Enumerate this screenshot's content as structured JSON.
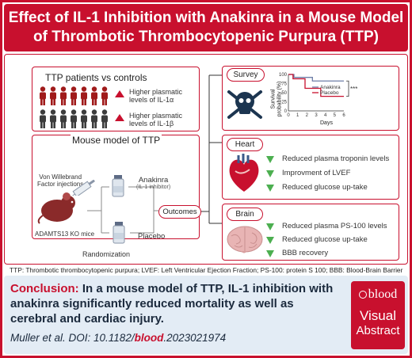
{
  "title": {
    "line1": "Effect of IL-1 Inhibition with Anakinra in a Mouse Model",
    "line2": "of Thrombotic Thrombocytopenic Purpura (TTP)"
  },
  "patients": {
    "heading": "TTP patients vs controls",
    "finding1": "Higher plasmatic levels of IL-1α",
    "finding1_line1": "Higher plasmatic",
    "finding1_line2": "levels of IL-1α",
    "finding2_line1": "Higher plasmatic",
    "finding2_line2": "levels of IL-1β"
  },
  "mouse": {
    "heading": "Mouse model of TTP",
    "injection_line1": "Von Willebrand",
    "injection_line2": "Factor injections",
    "strain": "ADAMTS13 KO mice",
    "drug": "Anakinra",
    "drug_note": "(IL-1 inhibitor)",
    "control": "Placebo",
    "randomization": "Randomization",
    "outcomes": "Outcomes"
  },
  "survey": {
    "label": "Survey",
    "chart_data": {
      "type": "line",
      "ylabel_line1": "Survival",
      "ylabel_line2": "probability (%)",
      "xlabel": "Days",
      "x_ticks": [
        0,
        1,
        2,
        3,
        4,
        5,
        6
      ],
      "y_ticks": [
        0,
        25,
        50,
        75,
        100
      ],
      "xlim": [
        0,
        6
      ],
      "ylim": [
        0,
        100
      ],
      "series": [
        {
          "name": "Anakinra",
          "color": "#6e7ea8",
          "points": [
            [
              0,
              100
            ],
            [
              0.6,
              100
            ],
            [
              0.6,
              92
            ],
            [
              2.6,
              92
            ],
            [
              2.6,
              82
            ],
            [
              6,
              82
            ]
          ]
        },
        {
          "name": "Placebo",
          "color": "#c8102e",
          "points": [
            [
              0,
              100
            ],
            [
              0.5,
              100
            ],
            [
              0.5,
              88
            ],
            [
              1.8,
              88
            ],
            [
              1.8,
              62
            ],
            [
              3.5,
              62
            ],
            [
              3.5,
              40
            ],
            [
              6,
              40
            ]
          ]
        }
      ],
      "significance": "***"
    }
  },
  "heart": {
    "label": "Heart",
    "items": [
      "Reduced plasma troponin levels",
      "Improvment of LVEF",
      "Reduced glucose up-take"
    ]
  },
  "brain": {
    "label": "Brain",
    "items": [
      "Reduced plasma PS-100 levels",
      "Reduced glucose up-take",
      "BBB recovery"
    ]
  },
  "footnote": "TTP: Thrombotic thrombocytopenic purpura; LVEF: Left Ventricular Ejection Fraction; PS-100: protein S 100; BBB: Blood-Brain Barrier",
  "conclusion": {
    "label": "Conclusion:",
    "text": " In a mouse model of TTP, IL-1 inhibition with anakinra significantly reduced mortality as well as cerebral and cardiac injury.",
    "citation_prefix": "Muller et al. DOI: 10.1182/",
    "citation_journal": "blood",
    "citation_suffix": ".2023021974"
  },
  "logo": {
    "brand": "blood",
    "line1": "Visual",
    "line2": "Abstract"
  },
  "colors": {
    "accent": "#c8102e",
    "green": "#4caf50",
    "conclusion_bg": "#e3ecf5"
  }
}
